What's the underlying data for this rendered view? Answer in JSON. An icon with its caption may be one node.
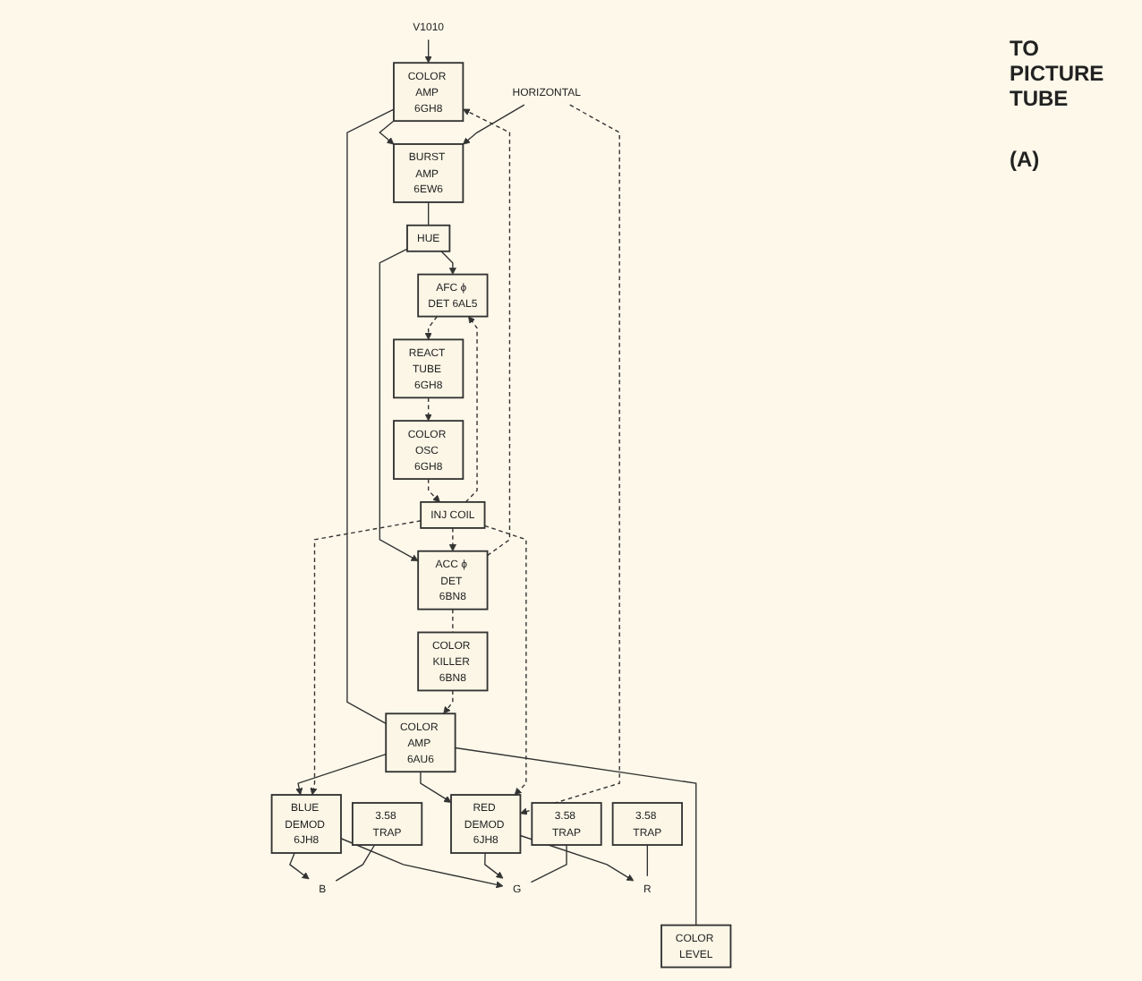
{
  "diagram": {
    "nodes": [
      {
        "text": [
          "COLOR AMP 6GH8"
        ]
      },
      {
        "text": [
          "COLOR AMP 6AU6"
        ]
      },
      {
        "text": [
          "BLUE DEMOD 6JH8"
        ]
      },
      {
        "text": [
          "COLOR LEVEL"
        ]
      },
      {
        "text": [
          "INJ COIL"
        ]
      },
      {
        "text": [
          "3.58 TRAP"
        ]
      },
      {
        "text": [
          "BURST AMP 6EW6"
        ]
      },
      {
        "text": [
          "ACC ϕ DET 6BN8"
        ]
      },
      {
        "text": [
          "COLOR KILLER 6BN8"
        ]
      },
      {
        "text": [
          "RED DEMOD 6JH8"
        ]
      },
      {
        "text": [
          "3.58 TRAP"
        ]
      },
      {
        "text": [
          "HUE"
        ]
      },
      {
        "text": [
          "AFC ϕ DET 6AL5"
        ]
      },
      {
        "text": [
          "REACT TUBE 6GH8"
        ]
      },
      {
        "text": [
          "COLOR OSC 6GH8"
        ]
      },
      {
        "text": [
          "3.58 TRAP"
        ]
      },
      {
        "text": [
          "V1010"
        ]
      },
      {
        "text": [
          "B"
        ]
      },
      {
        "text": [
          "G"
        ]
      },
      {
        "text": [
          "R"
        ]
      },
      {
        "text": [
          "HORIZONTAL"
        ]
      }
    ],
    "edges": [
      {
        "from": 16,
        "to": 0,
        "arrow": "to"
      },
      {
        "from": 0,
        "to": 1,
        "arrow": "none"
      },
      {
        "from": 0,
        "to": 6,
        "arrow": "to"
      },
      {
        "from": 1,
        "to": 2,
        "arrow": "to"
      },
      {
        "from": 1,
        "to": 9,
        "arrow": "to"
      },
      {
        "from": 1,
        "to": 3,
        "arrow": "none"
      },
      {
        "from": 7,
        "to": 0,
        "arrow": "to",
        "style": "dashed"
      },
      {
        "from": 8,
        "to": 1,
        "arrow": "to",
        "style": "dashed"
      },
      {
        "from": 7,
        "to": 8,
        "arrow": "none",
        "style": "dashed"
      },
      {
        "from": 6,
        "to": 11,
        "arrow": "none"
      },
      {
        "from": 11,
        "to": 7,
        "arrow": "to"
      },
      {
        "from": 11,
        "to": 12,
        "arrow": "to"
      },
      {
        "from": 12,
        "to": 13,
        "arrow": "to",
        "style": "dashed"
      },
      {
        "from": 13,
        "to": 14,
        "arrow": "to",
        "style": "dashed"
      },
      {
        "from": 14,
        "to": 4,
        "arrow": "to",
        "style": "dashed"
      },
      {
        "from": 4,
        "to": 2,
        "arrow": "to",
        "style": "dashed"
      },
      {
        "from": 4,
        "to": 9,
        "arrow": "to",
        "style": "dashed"
      },
      {
        "from": 4,
        "to": 7,
        "arrow": "to",
        "style": "dashed"
      },
      {
        "from": 4,
        "to": 12,
        "arrow": "to",
        "style": "dashed"
      },
      {
        "from": 20,
        "to": 6,
        "arrow": "to"
      },
      {
        "from": 20,
        "to": 9,
        "arrow": "to",
        "style": "dashed"
      },
      {
        "from": 2,
        "to": 17,
        "arrow": "to"
      },
      {
        "from": 5,
        "to": 17,
        "arrow": "none"
      },
      {
        "from": 2,
        "to": 18,
        "arrow": "to"
      },
      {
        "from": 9,
        "to": 18,
        "arrow": "to"
      },
      {
        "from": 10,
        "to": 18,
        "arrow": "none"
      },
      {
        "from": 9,
        "to": 19,
        "arrow": "to"
      },
      {
        "from": 15,
        "to": 19,
        "arrow": "none"
      }
    ],
    "labels": [
      "TO PICTURE TUBE",
      "(A)"
    ]
  }
}
